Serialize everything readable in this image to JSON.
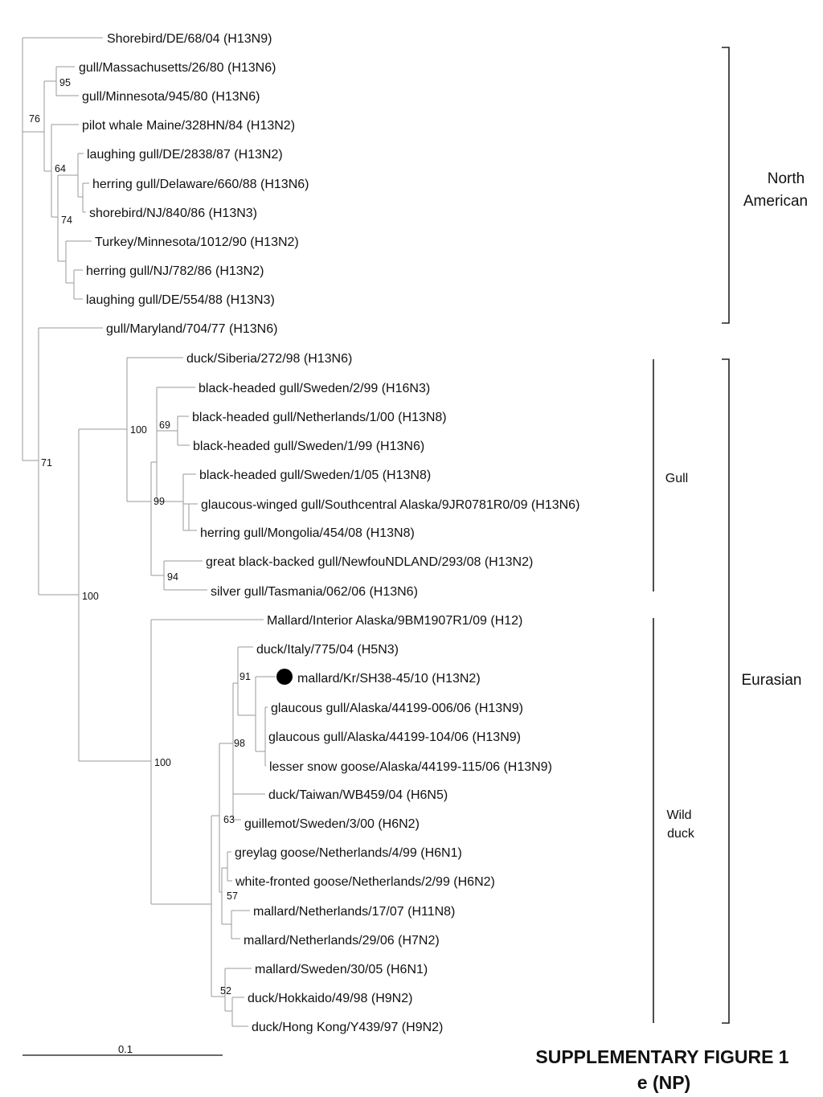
{
  "taxa": [
    "Shorebird/DE/68/04 (H13N9)",
    "gull/Massachusetts/26/80 (H13N6)",
    "gull/Minnesota/945/80 (H13N6)",
    "pilot whale Maine/328HN/84 (H13N2)",
    "laughing gull/DE/2838/87 (H13N2)",
    "herring gull/Delaware/660/88 (H13N6)",
    "shorebird/NJ/840/86 (H13N3)",
    "Turkey/Minnesota/1012/90 (H13N2)",
    "herring gull/NJ/782/86 (H13N2)",
    "laughing gull/DE/554/88 (H13N3)",
    "gull/Maryland/704/77 (H13N6)",
    "duck/Siberia/272/98 (H13N6)",
    "black-headed gull/Sweden/2/99 (H16N3)",
    "black-headed gull/Netherlands/1/00 (H13N8)",
    "black-headed gull/Sweden/1/99 (H13N6)",
    "black-headed gull/Sweden/1/05 (H13N8)",
    "glaucous-winged gull/Southcentral Alaska/9JR0781R0/09 (H13N6)",
    "herring gull/Mongolia/454/08 (H13N8)",
    "great black-backed gull/NewfouNDLAND/293/08 (H13N2)",
    "silver gull/Tasmania/062/06 (H13N6)",
    "Mallard/Interior Alaska/9BM1907R1/09 (H12)",
    "duck/Italy/775/04 (H5N3)",
    "mallard/Kr/SH38-45/10 (H13N2)",
    "glaucous gull/Alaska/44199-006/06 (H13N9)",
    "glaucous gull/Alaska/44199-104/06 (H13N9)",
    "lesser snow goose/Alaska/44199-115/06 (H13N9)",
    "duck/Taiwan/WB459/04 (H6N5)",
    "guillemot/Sweden/3/00 (H6N2)",
    "greylag goose/Netherlands/4/99 (H6N1)",
    "white-fronted goose/Netherlands/2/99 (H6N2)",
    "mallard/Netherlands/17/07 (H11N8)",
    "mallard/Netherlands/29/06 (H7N2)",
    "mallard/Sweden/30/05 (H6N1)",
    "duck/Hokkaido/49/98 (H9N2)",
    "duck/Hong Kong/Y439/97 (H9N2)"
  ],
  "highlighted_taxon": "mallard/Kr/SH38-45/10 (H13N2)",
  "bootstrap": [
    "95",
    "76",
    "64",
    "74",
    "71",
    "100",
    "69",
    "99",
    "94",
    "100",
    "91",
    "98",
    "63",
    "57",
    "52",
    "100"
  ],
  "clades": {
    "north_american": [
      "North",
      "American"
    ],
    "eurasian": "Eurasian",
    "gull": "Gull",
    "wild_duck": [
      "Wild",
      "duck"
    ]
  },
  "scale_bar": "0.1",
  "caption": [
    "SUPPLEMENTARY FIGURE 1",
    "e (NP)"
  ]
}
